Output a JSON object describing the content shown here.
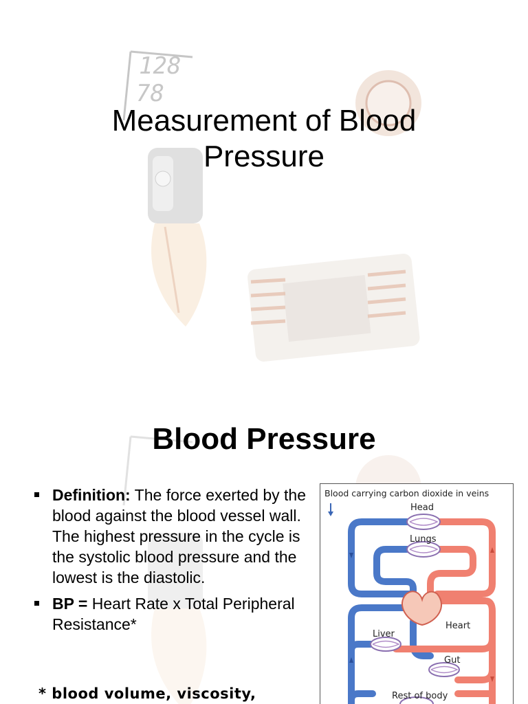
{
  "slide1": {
    "title_line1": "Measurement of Blood",
    "title_line2": "Pressure",
    "watermark_readout": {
      "systolic": "128",
      "diastolic": "78"
    }
  },
  "slide2": {
    "title": "Blood Pressure",
    "bullets": [
      {
        "label": "Definition:",
        "text": " The force exerted by the blood against the blood vessel wall.  The highest pressure in the cycle is the systolic blood pressure and the lowest is the diastolic."
      },
      {
        "label": "BP =",
        "text": " Heart Rate x Total Peripheral Resistance*"
      }
    ],
    "footnote": "* blood volume, viscosity,",
    "diagram": {
      "caption": "Blood carrying carbon dioxide in veins",
      "labels": {
        "head": "Head",
        "lungs": "Lungs",
        "heart": "Heart",
        "liver": "Liver",
        "gut": "Gut",
        "rest": "Rest of body"
      },
      "colors": {
        "vein": "#4a78c8",
        "artery": "#f08070"
      }
    }
  }
}
